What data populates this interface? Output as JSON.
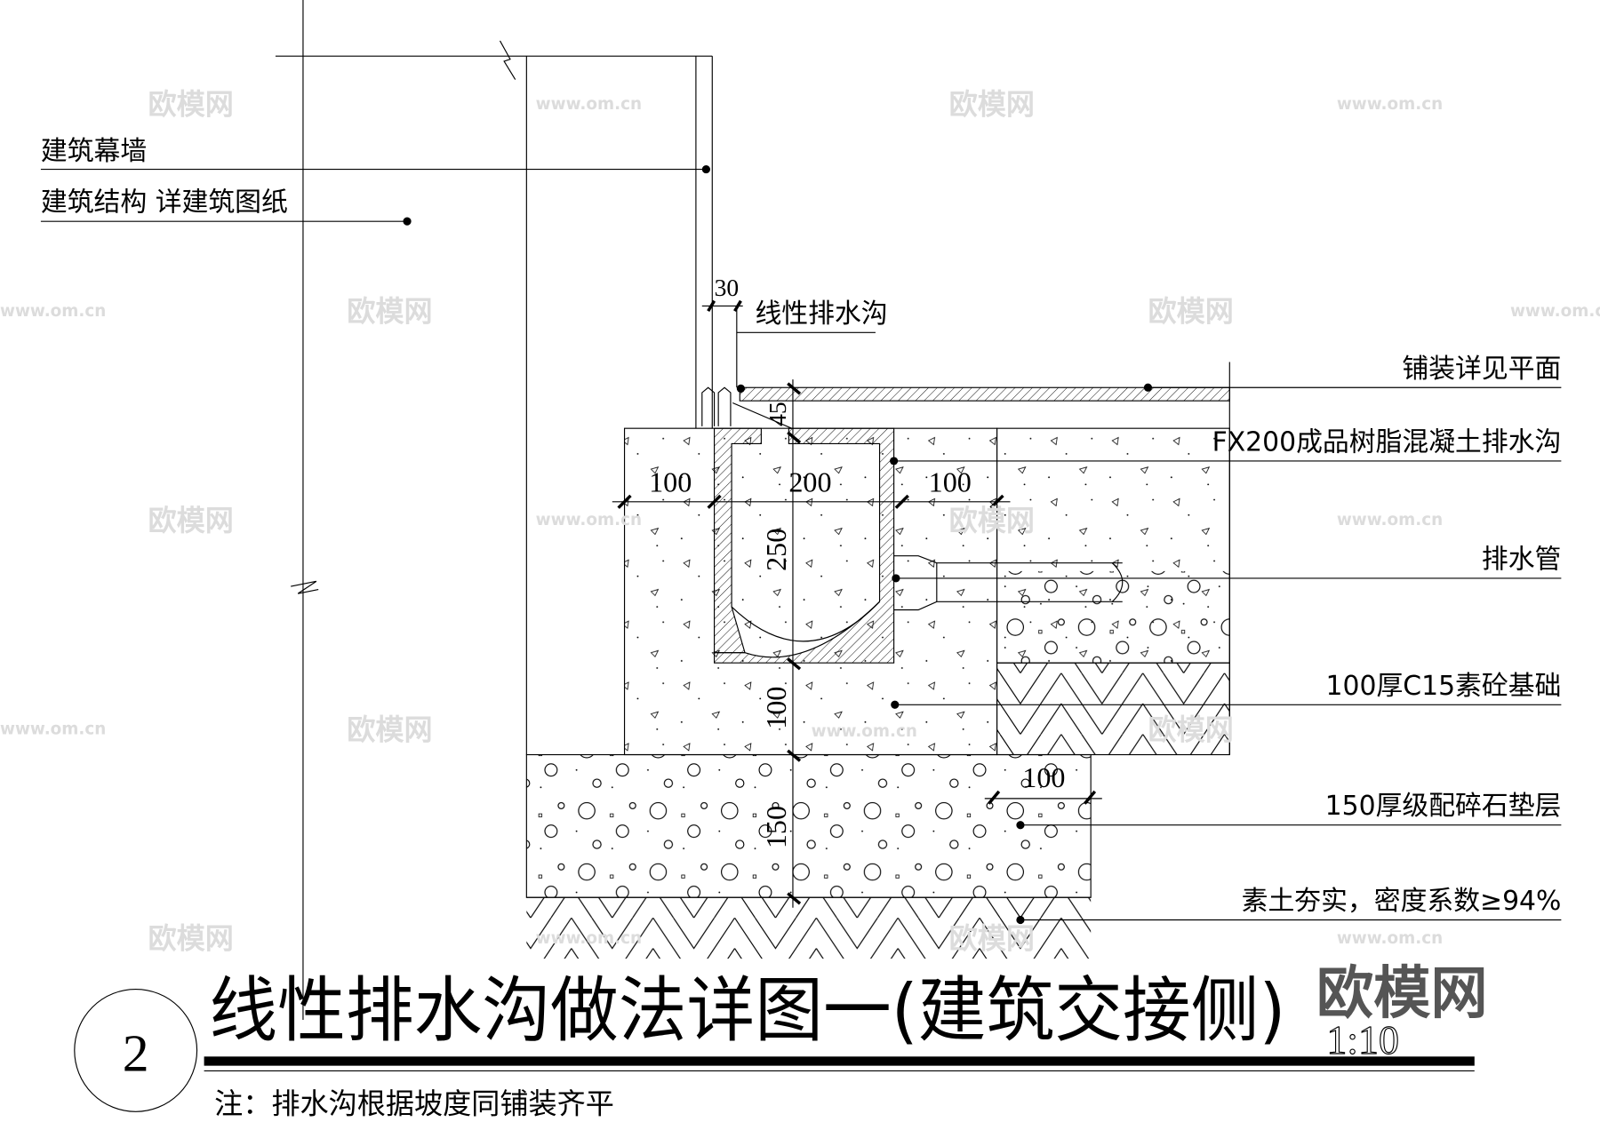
{
  "labels": {
    "curtain_wall": "建筑幕墙",
    "structure": "建筑结构 详建筑图纸",
    "linear_drain": "线性排水沟",
    "paving": "铺装详见平面",
    "fx200": "FX200成品树脂混凝土排水沟",
    "drain_pipe": "排水管",
    "c15_base": "100厚C15素砼基础",
    "gravel": "150厚级配碎石垫层",
    "soil": "素土夯实，密度系数≥94%"
  },
  "dimensions": {
    "d30": "30",
    "d45": "45",
    "d100_left": "100",
    "d200": "200",
    "d100_right": "100",
    "d250": "250",
    "d100_base": "100",
    "d150": "150",
    "d100_gravel": "100"
  },
  "title": {
    "number": "2",
    "text": "线性排水沟做法详图一(建筑交接侧)",
    "scale": "1:10",
    "note": "注：排水沟根据坡度同铺装齐平"
  },
  "watermark": {
    "brand": "欧模网",
    "url": "www.om.cn"
  }
}
